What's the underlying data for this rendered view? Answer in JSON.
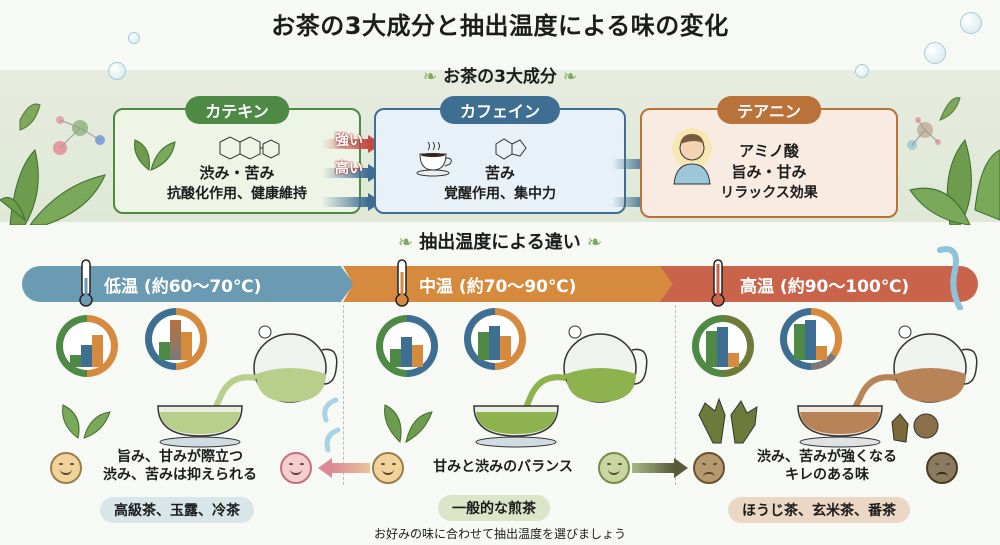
{
  "title": "お茶の3大成分と抽出温度による味の変化",
  "components_section": {
    "heading": "お茶の3大成分",
    "items": [
      {
        "tag": "カテキン",
        "main": "渋み・苦み",
        "sub": "抗酸化作用、健康維持",
        "color": "#4e8a45",
        "bg": "#eef4e6",
        "icon": "tea-leaf-icon"
      },
      {
        "tag": "カフェイン",
        "main": "苦み",
        "sub": "覚醒作用、集中力",
        "color": "#3e6f93",
        "bg": "#e8f1f7",
        "icon": "coffee-cup-icon"
      },
      {
        "tag": "テアニン",
        "main_top": "アミノ酸",
        "main": "旨み・甘み",
        "sub": "リラックス効果",
        "color": "#b8723a",
        "bg": "#f8ece2",
        "icon": "relaxed-person-icon"
      }
    ],
    "arrow_labels": {
      "strong": "強い",
      "high": "高い"
    }
  },
  "temperature_section": {
    "heading": "抽出温度による違い",
    "ranges": [
      {
        "label": "低温 (約60〜70℃)",
        "color": "#6b9bb2",
        "desc_line1": "旨み、甘みが際立つ",
        "desc_line2": "渋み、苦みは抑えられる",
        "examples": "高級茶、玉露、冷茶",
        "pill_bg": "#d8e6ea",
        "tea_color": "#b7cf8a"
      },
      {
        "label": "中温 (約70〜90℃)",
        "color": "#d68a3e",
        "desc_line1": "甘みと渋みのバランス",
        "examples": "一般的な煎茶",
        "pill_bg": "#dbe6c8",
        "tea_color": "#8db24e"
      },
      {
        "label": "高温 (約90〜100℃)",
        "color": "#c9644a",
        "desc_line1": "渋み、苦みが強くなる",
        "desc_line2": "キレのある味",
        "examples": "ほうじ茶、玄米茶、番茶",
        "pill_bg": "#ead8c4",
        "tea_color": "#b98358"
      }
    ],
    "footer": "お好みの味に合わせて抽出温度を選びましょう"
  },
  "colors": {
    "green": "#4e8a45",
    "blue": "#3e6f93",
    "orange": "#d68a3e",
    "red_arrow": "#c24a42"
  }
}
